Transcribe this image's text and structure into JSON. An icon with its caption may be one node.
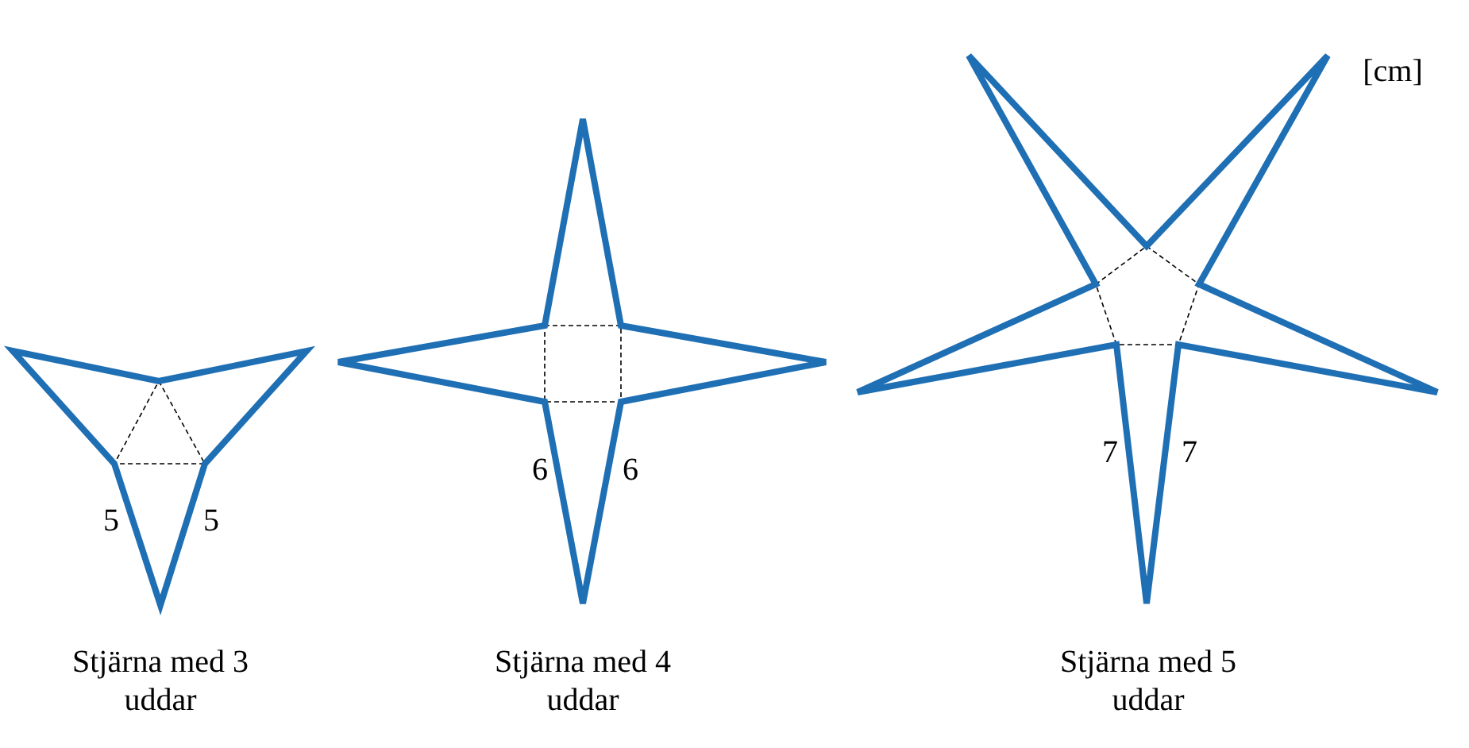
{
  "diagram": {
    "labels": [
      "[cm]",
      "5",
      "5",
      "6",
      "6",
      "7",
      "7",
      "Stjärna med 3 uddar",
      "Stjärna med 4 uddar",
      "Stjärna med 5 uddar"
    ]
  }
}
